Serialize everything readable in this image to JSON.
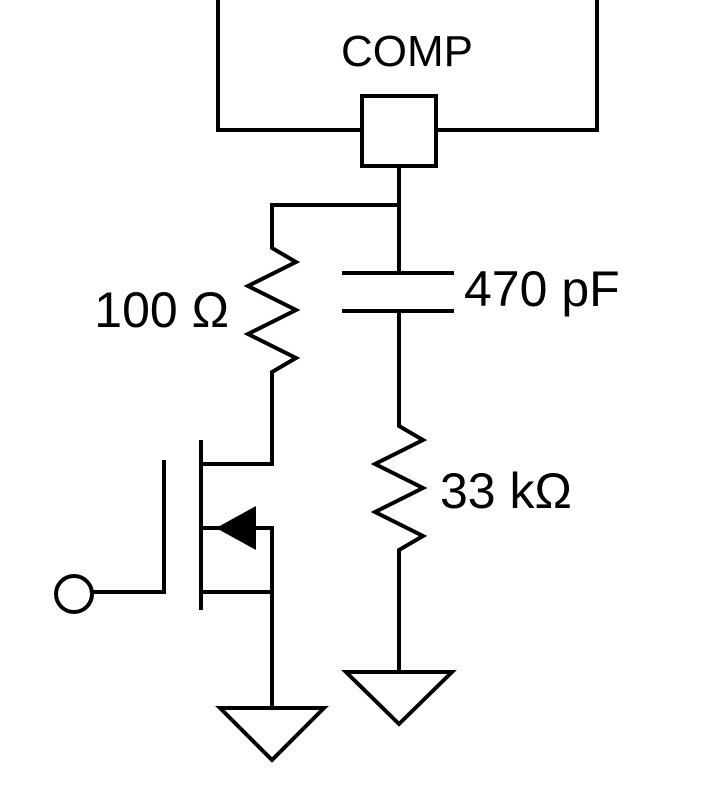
{
  "block": {
    "label": "COMP"
  },
  "components": {
    "r_series": {
      "label": "100 Ω"
    },
    "c_comp": {
      "label": "470 pF"
    },
    "r_comp": {
      "label": "33 kΩ"
    }
  },
  "colors": {
    "wire": "#000000",
    "background": "#ffffff"
  }
}
